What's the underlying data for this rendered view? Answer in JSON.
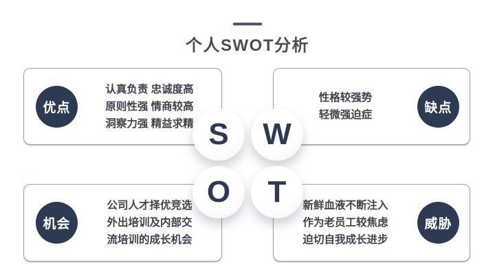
{
  "title": {
    "text": "个人SWOT分析"
  },
  "quadrants": [
    {
      "id": "strengths",
      "label": "优点",
      "letter": "S",
      "lines": [
        "认真负责 忠诚度高",
        "原则性强 情商较高",
        "洞察力强 精益求精"
      ]
    },
    {
      "id": "weaknesses",
      "label": "缺点",
      "letter": "W",
      "lines": [
        "性格较强势",
        "轻微强迫症"
      ]
    },
    {
      "id": "opportunities",
      "label": "机会",
      "letter": "O",
      "lines": [
        "公司人才择优竞选",
        "外出培训及内部交",
        "流培训的成长机会"
      ]
    },
    {
      "id": "threats",
      "label": "威胁",
      "letter": "T",
      "lines": [
        "新鲜血液不断注入",
        "作为老员工较焦虑",
        "迫切自我成长进步"
      ]
    }
  ],
  "colors": {
    "bg": "#ffffff",
    "navy": "#2d3a53",
    "title": "#4a4e55",
    "accent-line": "#4c5977",
    "card-border": "#98a2b1",
    "body-text": "#3d424d"
  }
}
